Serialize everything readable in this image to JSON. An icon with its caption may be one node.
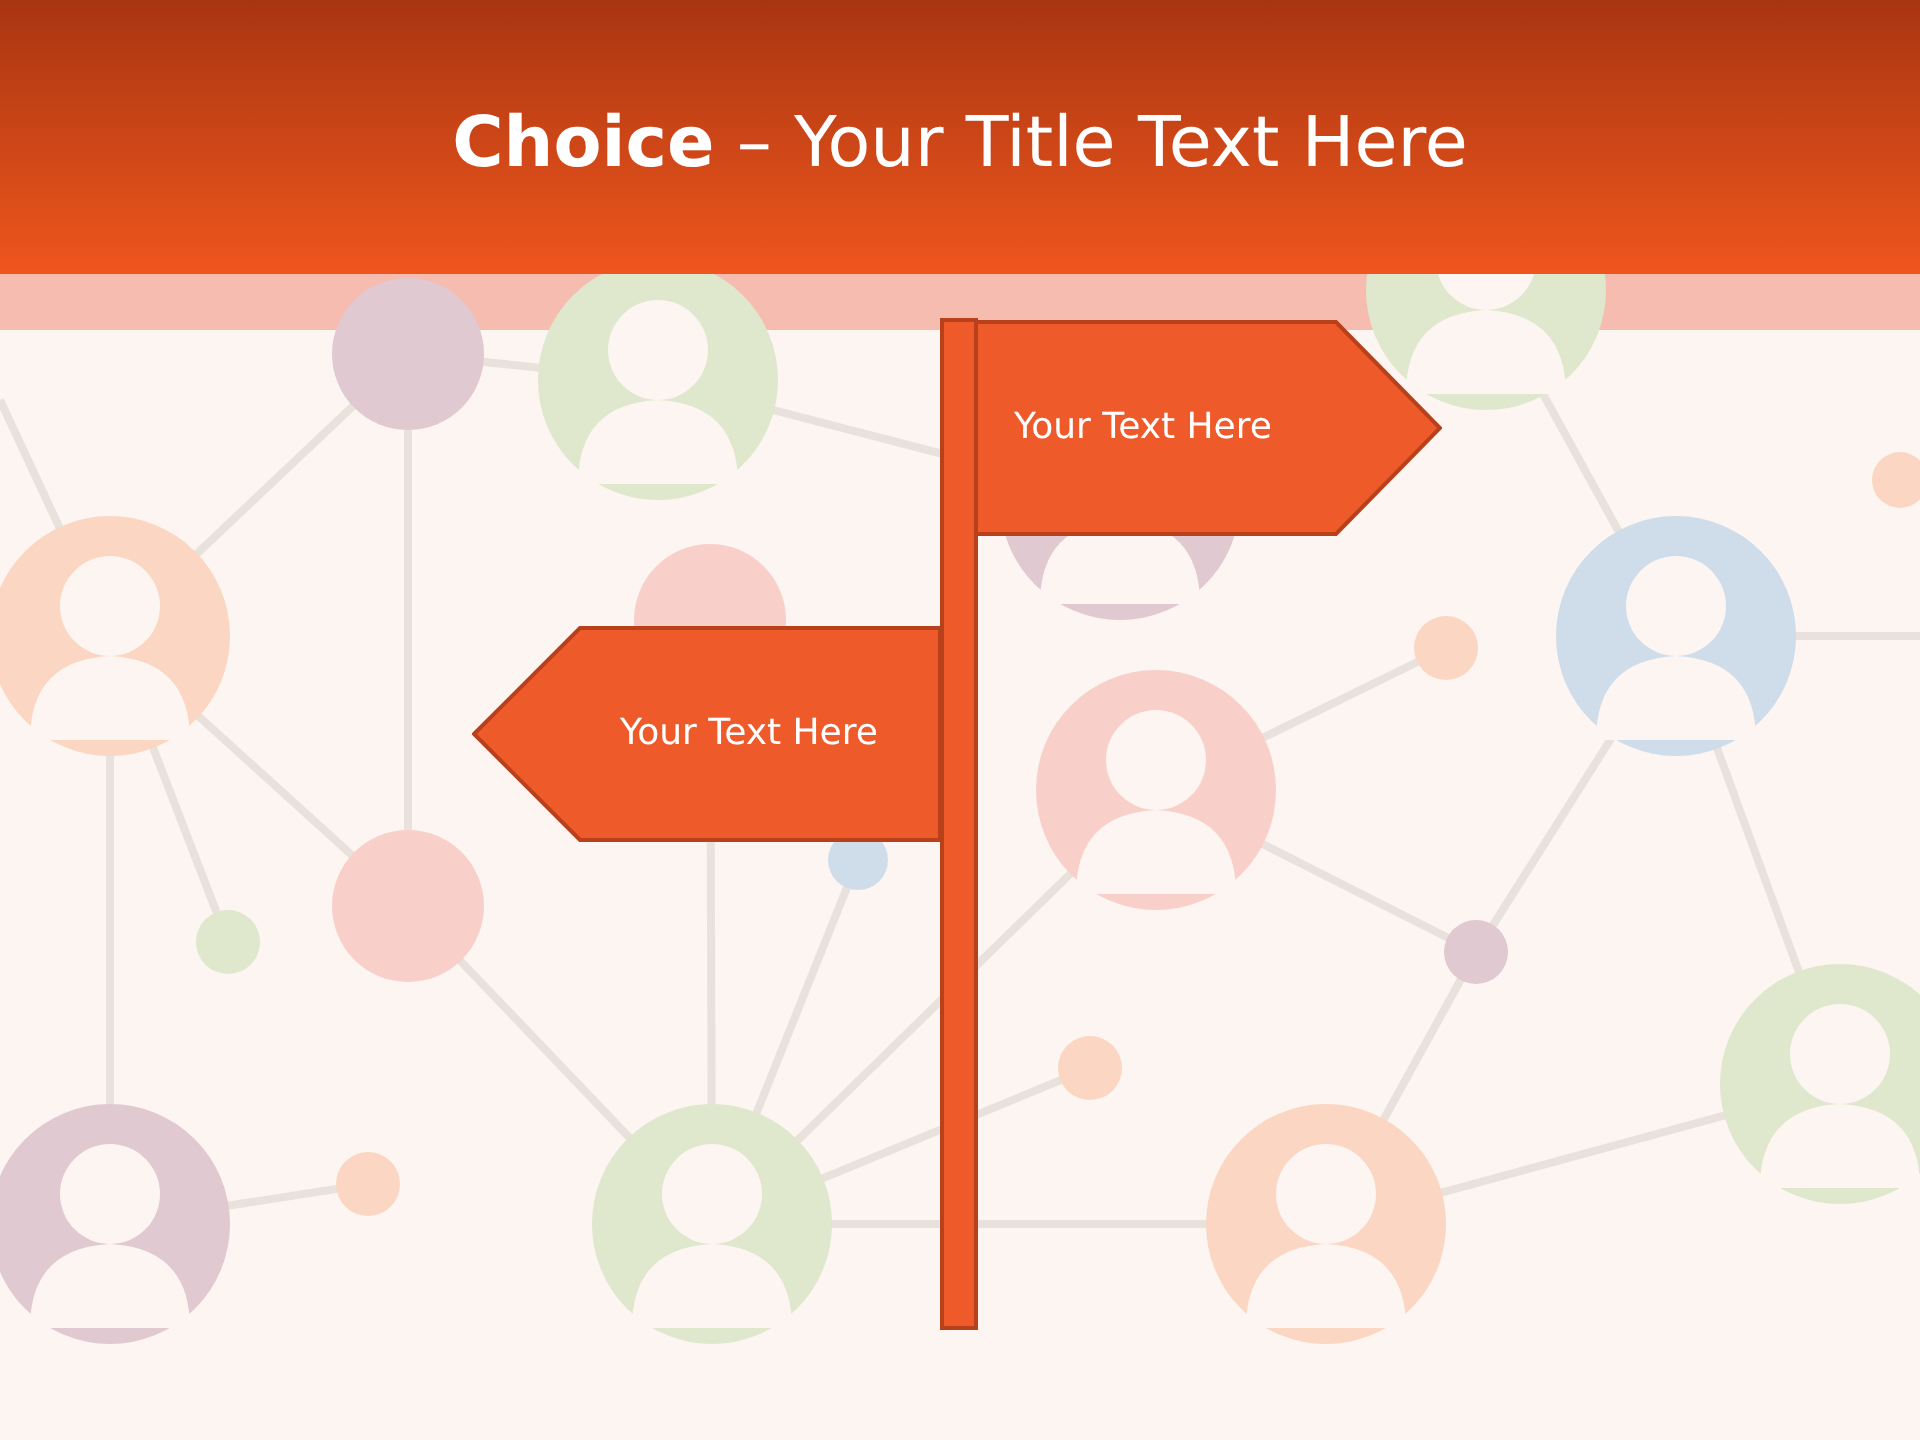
{
  "diagram": {
    "title": "**Choice** – Your Title Text Here",
    "nodes": [
      {
        "text": [
          "Your Text Here"
        ]
      },
      {
        "text": [
          "Your Text Here"
        ]
      },
      {
        "text": [],
        "shape": "bar"
      }
    ],
    "edges": []
  }
}
